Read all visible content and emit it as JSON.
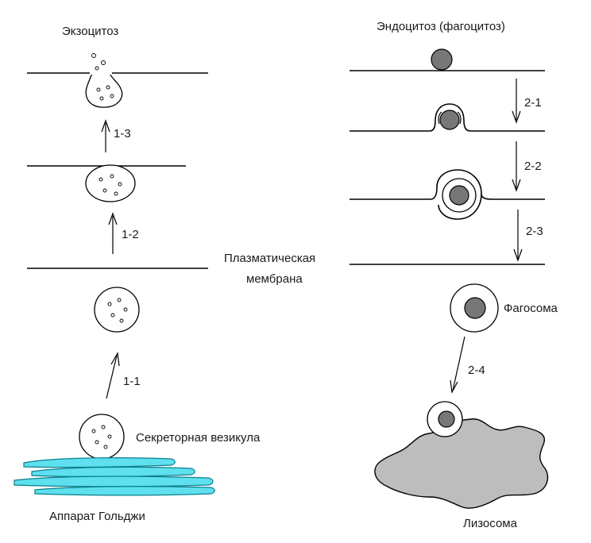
{
  "labels": {
    "exocytosis": "Экзоцитоз",
    "endocytosis": "Эндоцитоз (фагоцитоз)",
    "membrane_line1": "Плазматическая",
    "membrane_line2": "мембрана",
    "phagosome": "Фагосома",
    "secretory_vesicle": "Секреторная везикула",
    "golgi": "Аппарат  Гольджи",
    "lysosome": "Лизосома"
  },
  "steps": {
    "s1_1": "1-1",
    "s1_2": "1-2",
    "s1_3": "1-3",
    "s2_1": "2-1",
    "s2_2": "2-2",
    "s2_3": "2-3",
    "s2_4": "2-4"
  },
  "colors": {
    "golgi_fill": "#5ee0ee",
    "golgi_stroke": "#0a7f8c",
    "particle": "#777777",
    "lysosome": "#bdbdbd"
  }
}
